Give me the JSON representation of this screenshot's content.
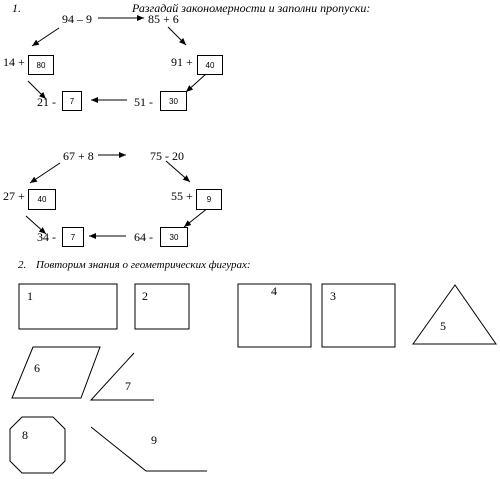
{
  "task1": {
    "number": "1.",
    "title": "Разгадай закономерности и заполни пропуски:",
    "puzzle_a": {
      "top_left": "94 – 9",
      "top_right": "85 + 6",
      "mid_left_label": "14 +",
      "mid_left_box": "80",
      "mid_right_label": "91 +",
      "mid_right_box": "40",
      "bottom_left_label": "21 -",
      "bottom_left_box": "7",
      "bottom_right_label": "51 -",
      "bottom_right_box": "30"
    },
    "puzzle_b": {
      "top_left": "67 + 8",
      "top_right": "75 - 20",
      "mid_left_label": "27 +",
      "mid_left_box": "40",
      "mid_right_label": "55 +",
      "mid_right_box": "9",
      "bottom_left_label": "34 -",
      "bottom_left_box": "7",
      "bottom_right_label": "64 -",
      "bottom_right_box": "30"
    }
  },
  "task2": {
    "number": "2.",
    "title": "Повторим знания  о геометрических фигурах:",
    "figures": [
      "1",
      "2",
      "4",
      "3",
      "5",
      "6",
      "7",
      "8",
      "9"
    ]
  }
}
